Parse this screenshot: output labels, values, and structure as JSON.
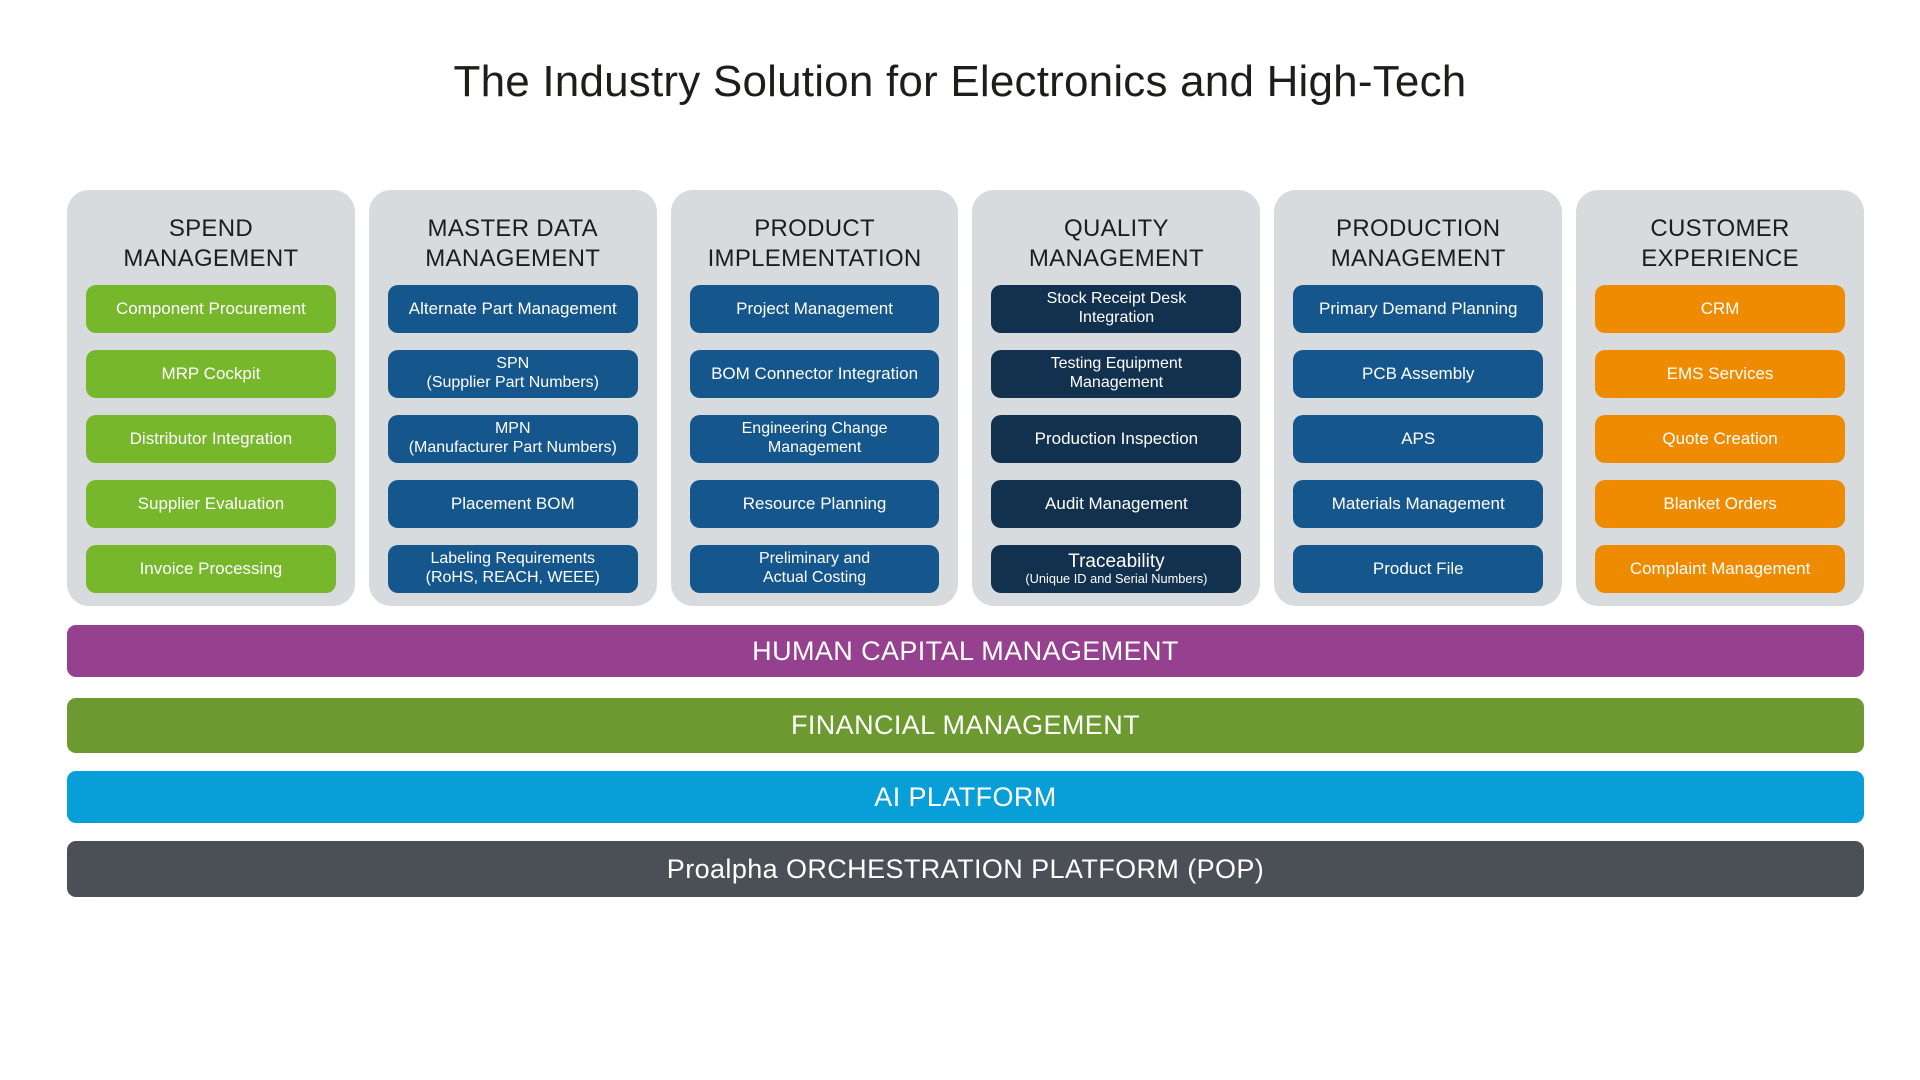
{
  "title": "The Industry Solution for Electronics and High-Tech",
  "colors": {
    "page_background": "#ffffff",
    "panel_background": "#d8dbdd",
    "heading_text": "#1d1d1b",
    "item_text": "#ffffff",
    "green": "#77b72c",
    "blue": "#15568c",
    "navy": "#12314e",
    "orange": "#ef8b00",
    "purple": "#954190",
    "olive": "#6c9a31",
    "bright_blue": "#089fd8",
    "dark_gray": "#4a5055"
  },
  "columns": [
    {
      "header": "SPEND MANAGEMENT",
      "color": "#77b72c",
      "items": [
        {
          "line1": "Component Procurement"
        },
        {
          "line1": "MRP Cockpit"
        },
        {
          "line1": "Distributor Integration"
        },
        {
          "line1": "Supplier Evaluation"
        },
        {
          "line1": "Invoice Processing"
        }
      ]
    },
    {
      "header": "MASTER DATA MANAGEMENT",
      "color": "#15568c",
      "items": [
        {
          "line1": "Alternate Part Management"
        },
        {
          "line1": "SPN",
          "line2": "(Supplier Part Numbers)"
        },
        {
          "line1": "MPN",
          "line2": "(Manufacturer Part Numbers)"
        },
        {
          "line1": "Placement BOM"
        },
        {
          "line1": "Labeling Requirements",
          "line2": "(RoHS, REACH, WEEE)"
        }
      ]
    },
    {
      "header": "PRODUCT IMPLEMENTATION",
      "color": "#15568c",
      "items": [
        {
          "line1": "Project Management"
        },
        {
          "line1": "BOM Connector Integration"
        },
        {
          "line1": "Engineering Change",
          "line2": "Management"
        },
        {
          "line1": "Resource Planning"
        },
        {
          "line1": "Preliminary and",
          "line2": "Actual Costing"
        }
      ]
    },
    {
      "header": "QUALITY MANAGEMENT",
      "color": "#12314e",
      "items": [
        {
          "line1": "Stock Receipt Desk",
          "line2": "Integration"
        },
        {
          "line1": "Testing Equipment",
          "line2": "Management"
        },
        {
          "line1": "Production Inspection"
        },
        {
          "line1": "Audit Management"
        },
        {
          "line1": "Traceability",
          "line2": "(Unique ID and Serial Numbers)"
        }
      ]
    },
    {
      "header": "PRODUCTION MANAGEMENT",
      "color": "#15568c",
      "items": [
        {
          "line1": "Primary Demand Planning"
        },
        {
          "line1": "PCB Assembly"
        },
        {
          "line1": "APS"
        },
        {
          "line1": "Materials Management"
        },
        {
          "line1": "Product File"
        }
      ]
    },
    {
      "header": "CUSTOMER EXPERIENCE",
      "color": "#ef8b00",
      "items": [
        {
          "line1": "CRM"
        },
        {
          "line1": "EMS Services"
        },
        {
          "line1": "Quote Creation"
        },
        {
          "line1": "Blanket Orders"
        },
        {
          "line1": "Complaint Management"
        }
      ]
    }
  ],
  "platform_bars": [
    {
      "label": "HUMAN CAPITAL MANAGEMENT",
      "color": "#954190"
    },
    {
      "label": "FINANCIAL MANAGEMENT",
      "color": "#6c9a31"
    },
    {
      "label": "AI PLATFORM",
      "color": "#089fd8"
    },
    {
      "label": "Proalpha ORCHESTRATION PLATFORM (POP)",
      "color": "#4a5055"
    }
  ]
}
